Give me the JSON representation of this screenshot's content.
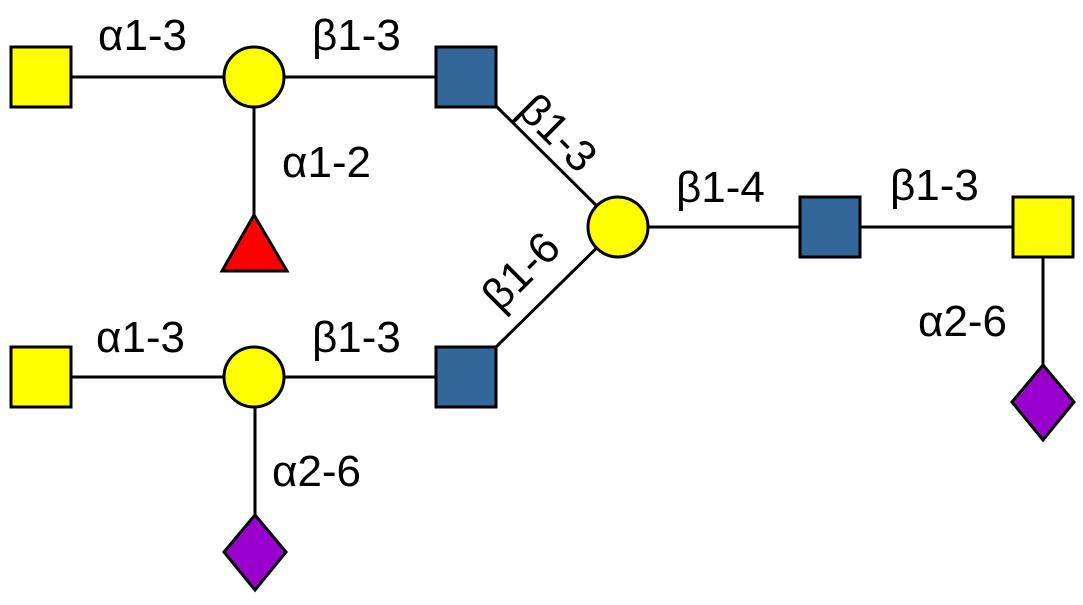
{
  "diagram": {
    "type": "glycan-structure",
    "colors": {
      "galactose": "#ffff00",
      "galnac": "#ffff00",
      "glcnac": "#336699",
      "fucose": "#ff0000",
      "sialic_acid": "#9900cc",
      "line": "#000000"
    },
    "nodes": [
      {
        "id": "galnac-top-left",
        "shape": "square",
        "residue": "GalNAc",
        "color": "#ffff00"
      },
      {
        "id": "gal-top",
        "shape": "circle",
        "residue": "Gal",
        "color": "#ffff00"
      },
      {
        "id": "fuc-top",
        "shape": "triangle",
        "residue": "Fuc",
        "color": "#ff0000"
      },
      {
        "id": "glcnac-top",
        "shape": "square",
        "residue": "GlcNAc",
        "color": "#336699"
      },
      {
        "id": "galnac-bottom-left",
        "shape": "square",
        "residue": "GalNAc",
        "color": "#ffff00"
      },
      {
        "id": "gal-bottom",
        "shape": "circle",
        "residue": "Gal",
        "color": "#ffff00"
      },
      {
        "id": "sia-bottom",
        "shape": "diamond",
        "residue": "Neu5Ac",
        "color": "#9900cc"
      },
      {
        "id": "glcnac-bottom",
        "shape": "square",
        "residue": "GlcNAc",
        "color": "#336699"
      },
      {
        "id": "gal-branch",
        "shape": "circle",
        "residue": "Gal",
        "color": "#ffff00"
      },
      {
        "id": "glcnac-core",
        "shape": "square",
        "residue": "GlcNAc",
        "color": "#336699"
      },
      {
        "id": "galnac-reducing",
        "shape": "square",
        "residue": "GalNAc",
        "color": "#ffff00"
      },
      {
        "id": "sia-right",
        "shape": "diamond",
        "residue": "Neu5Ac",
        "color": "#9900cc"
      }
    ],
    "linkages": [
      {
        "from": "galnac-top-left",
        "to": "gal-top",
        "label": "α1-3"
      },
      {
        "from": "gal-top",
        "to": "glcnac-top",
        "label": "β1-3"
      },
      {
        "from": "fuc-top",
        "to": "gal-top",
        "label": "α1-2"
      },
      {
        "from": "glcnac-top",
        "to": "gal-branch",
        "label": "β1-3"
      },
      {
        "from": "galnac-bottom-left",
        "to": "gal-bottom",
        "label": "α1-3"
      },
      {
        "from": "gal-bottom",
        "to": "glcnac-bottom",
        "label": "β1-3"
      },
      {
        "from": "sia-bottom",
        "to": "gal-bottom",
        "label": "α2-6"
      },
      {
        "from": "glcnac-bottom",
        "to": "gal-branch",
        "label": "β1-6"
      },
      {
        "from": "gal-branch",
        "to": "glcnac-core",
        "label": "β1-4"
      },
      {
        "from": "glcnac-core",
        "to": "galnac-reducing",
        "label": "β1-3"
      },
      {
        "from": "sia-right",
        "to": "galnac-reducing",
        "label": "α2-6"
      }
    ]
  }
}
